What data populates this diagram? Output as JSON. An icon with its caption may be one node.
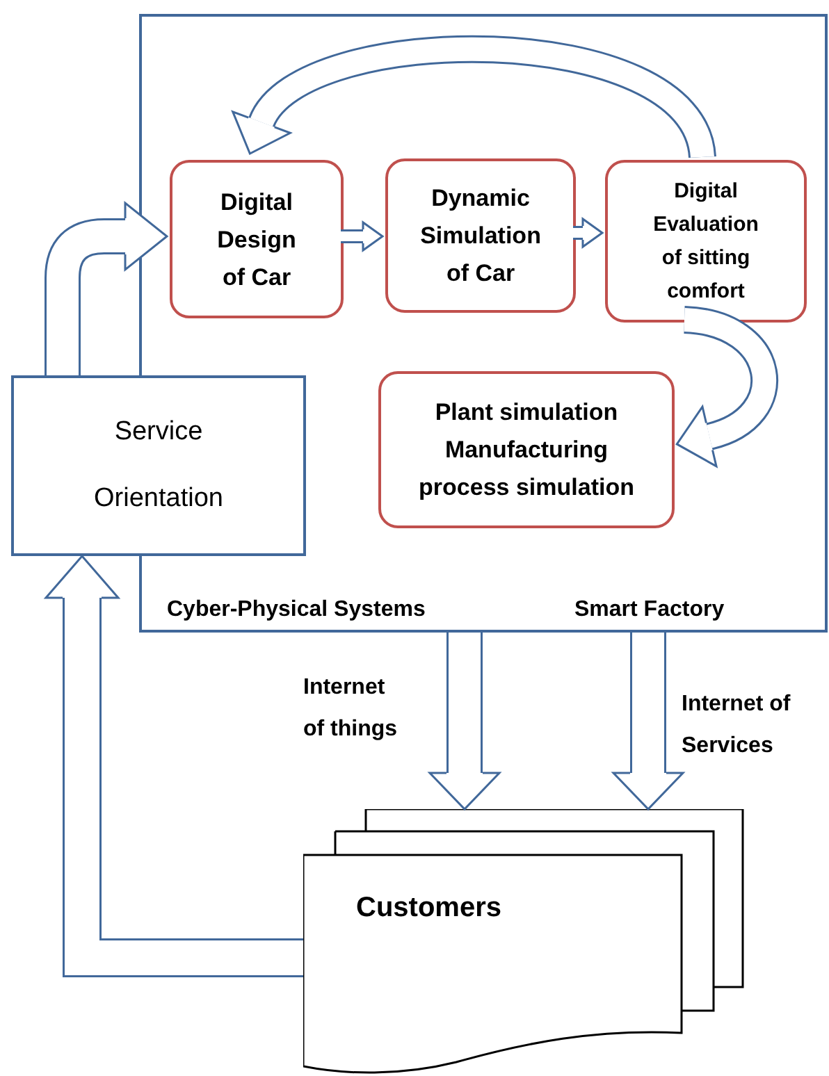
{
  "diagram": {
    "nodes": [
      {
        "text": [
          "Cyber-Physical Systems",
          "Smart Factory"
        ]
      },
      {
        "text": [
          "Digital Design of Car"
        ],
        "in": 0
      },
      {
        "text": [
          "Dynamic Simulation of Car"
        ],
        "in": 0
      },
      {
        "text": [
          "Digital Evaluation of sitting comfort"
        ],
        "in": 0
      },
      {
        "text": [
          "Plant simulation Manufacturing process simulation"
        ],
        "in": 0
      },
      {
        "text": [
          "Service Orientation"
        ]
      },
      {
        "text": [
          "Customers"
        ]
      }
    ],
    "edges": [
      {
        "from": 1,
        "to": 2,
        "arrow": "to"
      },
      {
        "from": 2,
        "to": 3,
        "arrow": "to"
      },
      {
        "from": 3,
        "to": 1,
        "arrow": "to"
      },
      {
        "from": 3,
        "to": 4,
        "arrow": "to"
      },
      {
        "from": 5,
        "to": 1,
        "arrow": "to"
      },
      {
        "from": 6,
        "to": 5,
        "arrow": "to"
      },
      {
        "from": 0,
        "to": 6,
        "arrow": "to",
        "label": "Internet of things"
      },
      {
        "from": 0,
        "to": 6,
        "arrow": "to",
        "label": "Internet of Services"
      }
    ]
  }
}
